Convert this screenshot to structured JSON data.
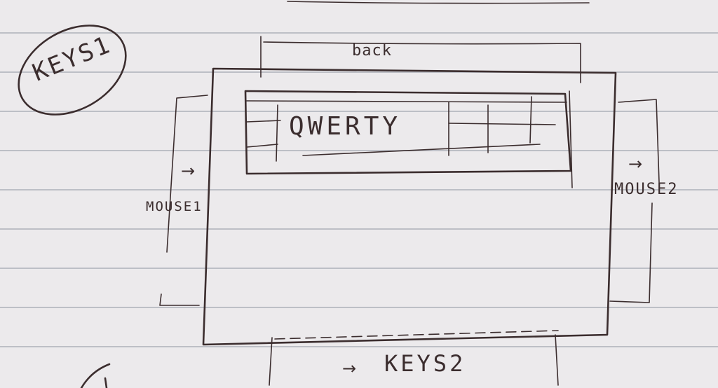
{
  "labels": {
    "keys1": "KEYS1",
    "back": "back",
    "qwerty": "QWERTY",
    "mouse1": "MOUSE1",
    "mouse2": "MOUSE2",
    "keys2": "KEYS2"
  },
  "arrows": {
    "mouse1": "→",
    "mouse2": "→",
    "keys2": "→"
  },
  "colors": {
    "ink": "#3b2d2e",
    "paper": "#eceaec",
    "ruled_line": "#bdbfc6"
  }
}
